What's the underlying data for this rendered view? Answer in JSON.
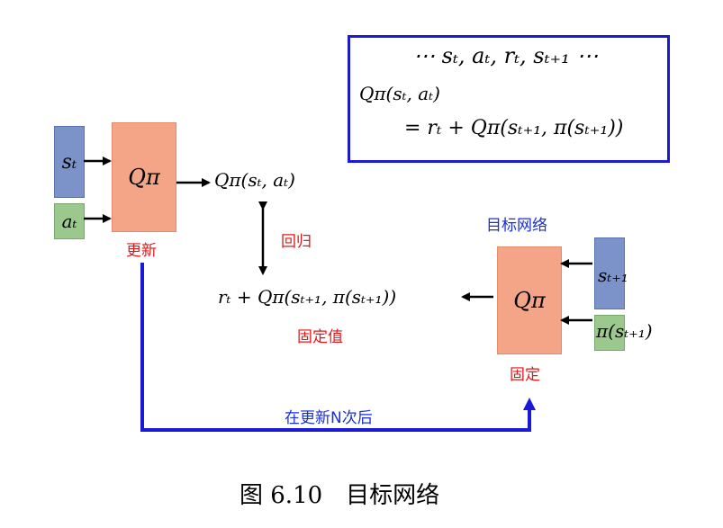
{
  "legend": {
    "line1": "⋯ sₜ, aₜ, rₜ, sₜ₊₁ ⋯",
    "line2": "Qπ(sₜ, aₜ)",
    "line3": "= rₜ + Qπ(sₜ₊₁, π(sₜ₊₁))"
  },
  "left_net": {
    "input_s": "sₜ",
    "input_a": "aₜ",
    "label": "Qπ",
    "caption": "更新"
  },
  "q_output": "Qπ(sₜ, aₜ)",
  "regression_label": "回归",
  "target_expr": "rₜ + Qπ(sₜ₊₁, π(sₜ₊₁))",
  "fixed_value_label": "固定值",
  "target_net": {
    "title": "目标网络",
    "label": "Qπ",
    "caption": "固定",
    "input_s": "sₜ₊₁",
    "input_pi": "π(sₜ₊₁)"
  },
  "update_after_label": "在更新N次后",
  "figure_caption": "图 6.10　目标网络",
  "colors": {
    "red": "#e0191a",
    "blue": "#1a2fd6",
    "net": "#f4a587",
    "input_blue": "#7b93c9",
    "input_green": "#9bc98d"
  }
}
